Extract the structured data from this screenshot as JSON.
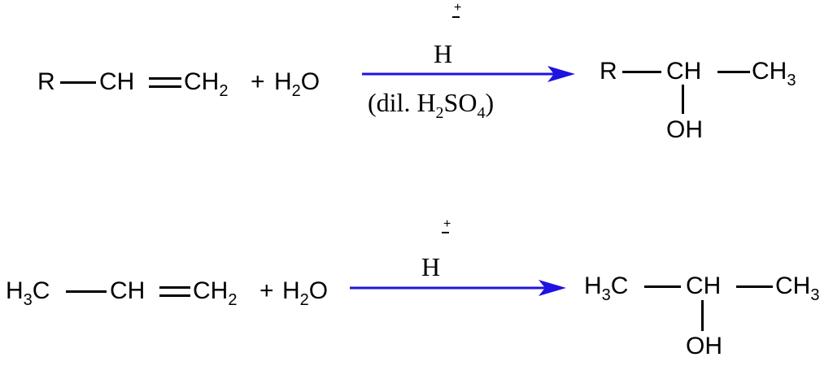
{
  "reactions": [
    {
      "reactant": {
        "r": "R",
        "ch": "CH",
        "ch2": "CH",
        "ch2_sub": "2",
        "plus": "+",
        "water": "H",
        "water_sub": "2",
        "water_o": "O"
      },
      "condition_top": "H",
      "condition_charge": "+",
      "condition_bottom": {
        "a": "(dil. H",
        "sub1": "2",
        "b": "SO",
        "sub2": "4",
        "c": ")"
      },
      "product": {
        "r": "R",
        "ch": "CH",
        "ch3": "CH",
        "ch3_sub": "3",
        "oh": "OH"
      }
    },
    {
      "reactant": {
        "h3c": "H",
        "h3c_sub": "3",
        "h3c_c": "C",
        "ch": "CH",
        "ch2": "CH",
        "ch2_sub": "2",
        "plus": "+",
        "water": "H",
        "water_sub": "2",
        "water_o": "O"
      },
      "condition_top": "H",
      "condition_charge": "+",
      "product": {
        "h3c": "H",
        "h3c_sub": "3",
        "h3c_c": "C",
        "ch": "CH",
        "ch3": "CH",
        "ch3_sub": "3",
        "oh": "OH"
      }
    }
  ],
  "colors": {
    "arrow": "#1f13e0",
    "text": "#000000"
  }
}
